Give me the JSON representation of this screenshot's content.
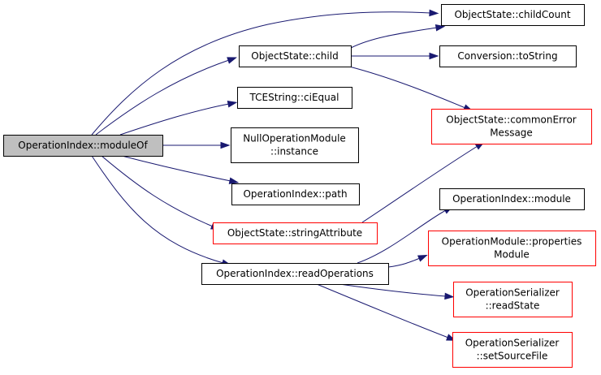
{
  "graph": {
    "nodes": [
      {
        "id": "root",
        "lines": [
          "OperationIndex::moduleOf"
        ],
        "border": "black",
        "root": true
      },
      {
        "id": "childCount",
        "lines": [
          "ObjectState::childCount"
        ],
        "border": "black"
      },
      {
        "id": "child",
        "lines": [
          "ObjectState::child"
        ],
        "border": "black"
      },
      {
        "id": "toString",
        "lines": [
          "Conversion::toString"
        ],
        "border": "black"
      },
      {
        "id": "ciEqual",
        "lines": [
          "TCEString::ciEqual"
        ],
        "border": "black"
      },
      {
        "id": "commonError",
        "lines": [
          "ObjectState::commonError",
          "Message"
        ],
        "border": "red"
      },
      {
        "id": "nullInstance",
        "lines": [
          "NullOperationModule",
          "::instance"
        ],
        "border": "black"
      },
      {
        "id": "path",
        "lines": [
          "OperationIndex::path"
        ],
        "border": "black"
      },
      {
        "id": "module",
        "lines": [
          "OperationIndex::module"
        ],
        "border": "black"
      },
      {
        "id": "stringAttr",
        "lines": [
          "ObjectState::stringAttribute"
        ],
        "border": "red"
      },
      {
        "id": "propsModule",
        "lines": [
          "OperationModule::properties",
          "Module"
        ],
        "border": "red"
      },
      {
        "id": "readOps",
        "lines": [
          "OperationIndex::readOperations"
        ],
        "border": "black"
      },
      {
        "id": "readState",
        "lines": [
          "OperationSerializer",
          "::readState"
        ],
        "border": "red"
      },
      {
        "id": "setSource",
        "lines": [
          "OperationSerializer",
          "::setSourceFile"
        ],
        "border": "red"
      }
    ],
    "edges": [
      {
        "from": "root",
        "to": "childCount"
      },
      {
        "from": "root",
        "to": "child"
      },
      {
        "from": "root",
        "to": "ciEqual"
      },
      {
        "from": "root",
        "to": "nullInstance"
      },
      {
        "from": "root",
        "to": "path"
      },
      {
        "from": "root",
        "to": "stringAttr"
      },
      {
        "from": "root",
        "to": "readOps"
      },
      {
        "from": "child",
        "to": "childCount"
      },
      {
        "from": "child",
        "to": "toString"
      },
      {
        "from": "child",
        "to": "commonError"
      },
      {
        "from": "stringAttr",
        "to": "commonError"
      },
      {
        "from": "readOps",
        "to": "module"
      },
      {
        "from": "readOps",
        "to": "propsModule"
      },
      {
        "from": "readOps",
        "to": "readState"
      },
      {
        "from": "readOps",
        "to": "setSource"
      }
    ],
    "colors": {
      "edge": "#191970",
      "root_fill": "#bfbfbf",
      "normal_border": "#000000",
      "red_border": "#ff0000"
    }
  }
}
